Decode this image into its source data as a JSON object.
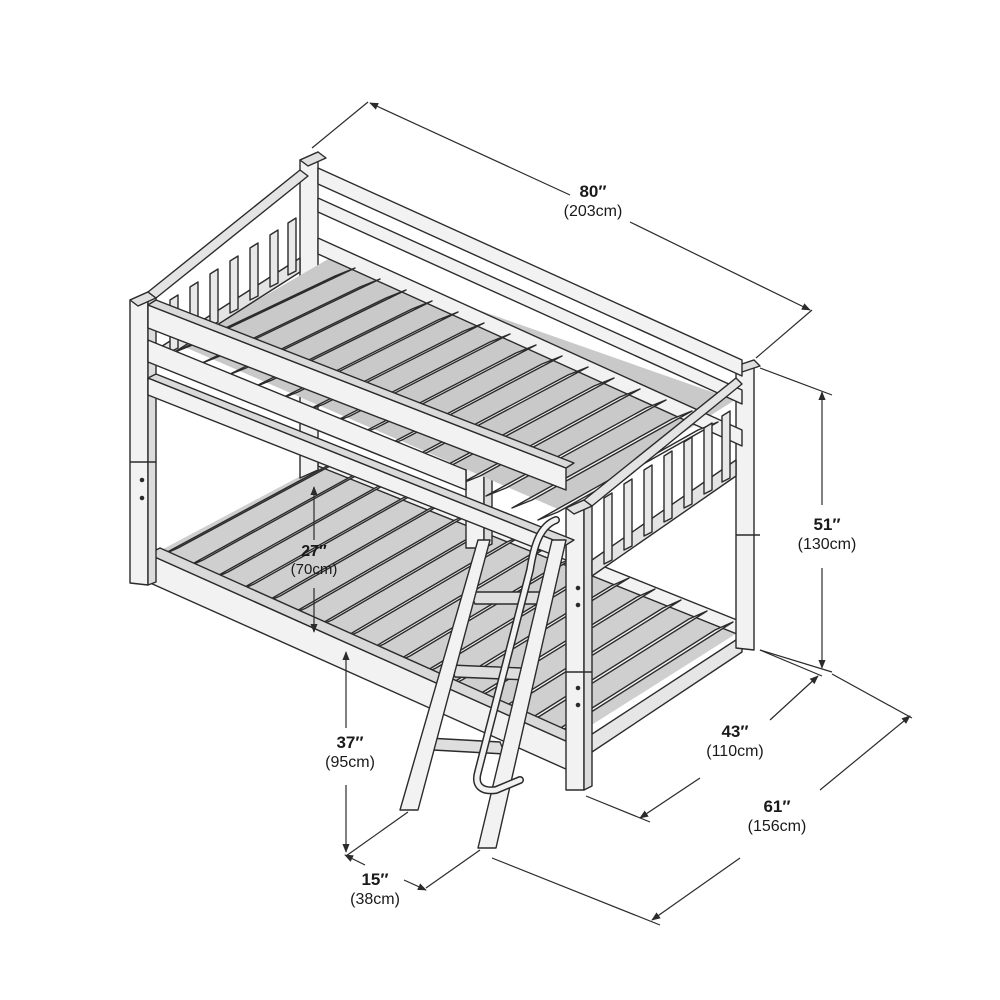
{
  "diagram": {
    "subject": "bunk-bed",
    "colors": {
      "stroke": "#2b2b2b",
      "wood": "#f2f2f2",
      "wood_side": "#d6d6d6",
      "shadow": "#bdbdbd",
      "dimension_line": "#2b2b2b"
    },
    "dimensions": {
      "length": {
        "imperial": "80″",
        "metric": "(203cm)"
      },
      "height": {
        "imperial": "51″",
        "metric": "(130cm)"
      },
      "width_inner": {
        "imperial": "43″",
        "metric": "(110cm)"
      },
      "width_total": {
        "imperial": "61″",
        "metric": "(156cm)"
      },
      "clearance": {
        "imperial": "27″",
        "metric": "(70cm)"
      },
      "top_bunk_height": {
        "imperial": "37″",
        "metric": "(95cm)"
      },
      "ladder_depth": {
        "imperial": "15″",
        "metric": "(38cm)"
      }
    }
  }
}
